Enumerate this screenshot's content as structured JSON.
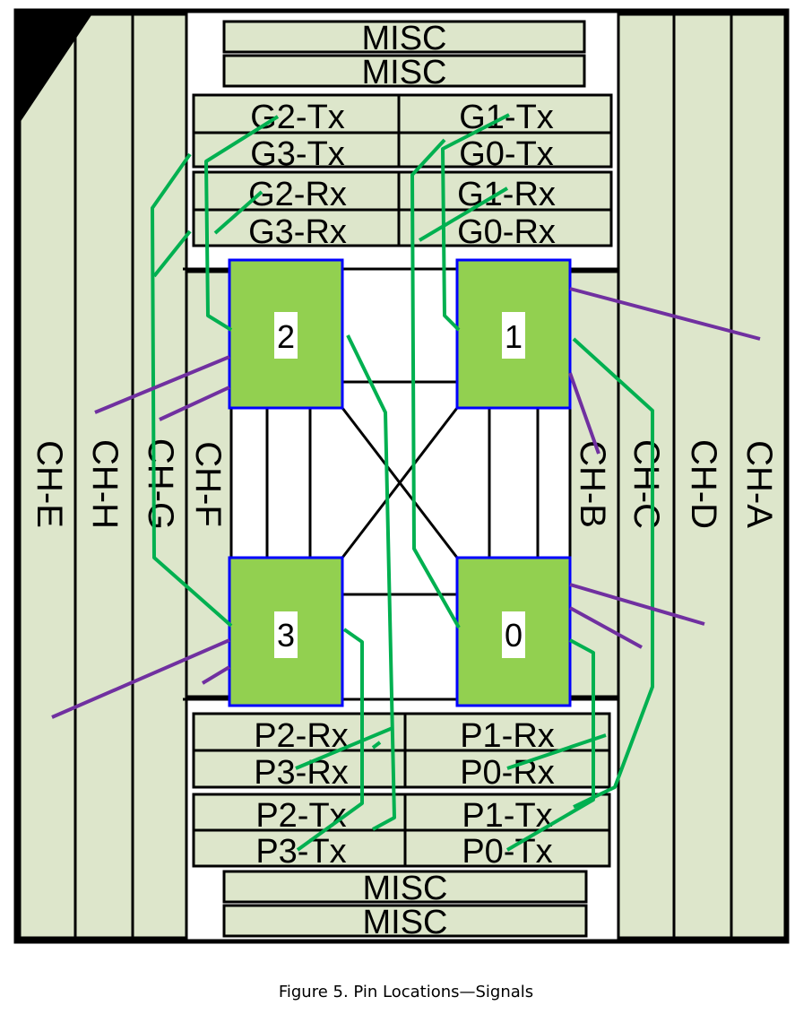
{
  "colors": {
    "cell_fill": "#dde6cb",
    "border": "#000000",
    "core_fill": "#92d050",
    "core_border": "#0000ff",
    "green_trace": "#00b050",
    "purple_trace": "#7030a0",
    "cross_link": "#000000"
  },
  "misc_top": [
    "MISC",
    "MISC"
  ],
  "misc_bottom": [
    "MISC",
    "MISC"
  ],
  "top_blocks": [
    [
      "G2-Tx",
      "G1-Tx"
    ],
    [
      "G3-Tx",
      "G0-Tx"
    ],
    [
      "G2-Rx",
      "G1-Rx"
    ],
    [
      "G3-Rx",
      "G0-Rx"
    ]
  ],
  "bottom_blocks": [
    [
      "P2-Rx",
      "P1-Rx"
    ],
    [
      "P3-Rx",
      "P0-Rx"
    ],
    [
      "P2-Tx",
      "P1-Tx"
    ],
    [
      "P3-Tx",
      "P0-Tx"
    ]
  ],
  "left_channels": [
    "CH-E",
    "CH-H",
    "CH-G",
    "CH-F"
  ],
  "right_channels": [
    "CH-B",
    "CH-C",
    "CH-D",
    "CH-A"
  ],
  "cores": {
    "top_left": "2",
    "top_right": "1",
    "bottom_left": "3",
    "bottom_right": "0"
  },
  "caption": "Figure 5. Pin Locations—Signals"
}
